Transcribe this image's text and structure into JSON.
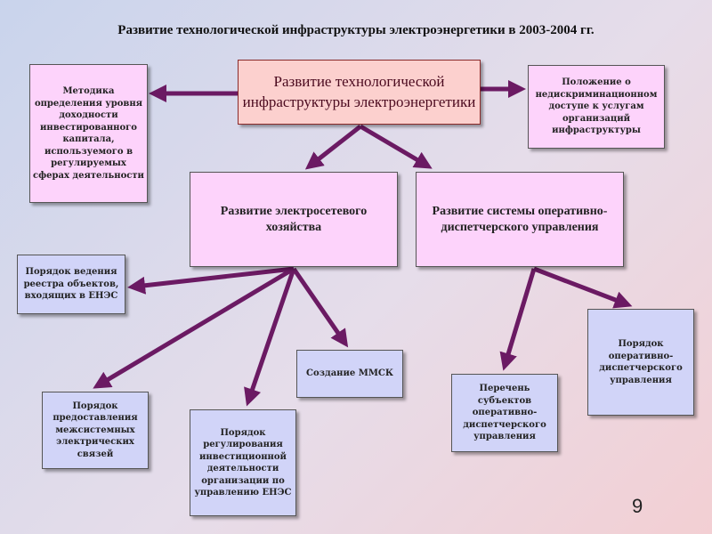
{
  "title": "Развитие технологической инфраструктуры электроэнергетики в 2003-2004 гг.",
  "main_box": "Развитие технологической инфраструктуры электроэнергетики",
  "left_top": "Методика определения уровня доходности инвестированного капитала, используемого в регулируемых сферах деятельности",
  "right_top": "Положение о недискриминационном доступе к услугам организаций инфраструктуры",
  "branch_left": "Развитие электросетевого хозяйства",
  "branch_right": "Развитие системы оперативно-диспетчерского управления",
  "registry": "Порядок ведения реестра объектов, входящих в ЕНЭС",
  "interconnect": "Порядок предоставления межсистемных электрических связей",
  "investment": "Порядок регулирования инвестиционной деятельности организации по управлению ЕНЭС",
  "mmsk": "Создание ММСК",
  "subjects_list": "Перечень субъектов оперативно-диспетчерского управления",
  "dispatch_order": "Порядок оперативно-диспетчерского управления",
  "page_number": "9",
  "colors": {
    "arrow": "#6b1a63",
    "pink_box": "#fdd3fb",
    "blue_box": "#d1d4f8",
    "main_box": "#fcd0ce"
  }
}
